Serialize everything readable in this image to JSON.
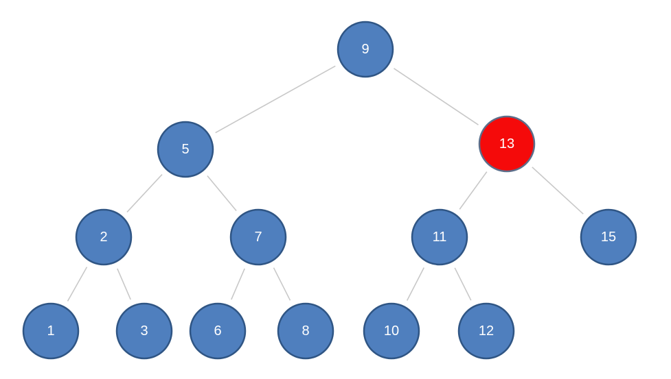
{
  "colors": {
    "node_fill": "#4f7fbe",
    "node_stroke": "#2f5584",
    "highlight_fill": "#f50a0a",
    "highlight_stroke": "#5c6e8a",
    "edge": "#c8c8c8",
    "label": "#ffffff"
  },
  "tree": {
    "nodes": [
      {
        "id": "9",
        "label": "9",
        "highlighted": false
      },
      {
        "id": "5",
        "label": "5",
        "highlighted": false
      },
      {
        "id": "13",
        "label": "13",
        "highlighted": true
      },
      {
        "id": "2",
        "label": "2",
        "highlighted": false
      },
      {
        "id": "7",
        "label": "7",
        "highlighted": false
      },
      {
        "id": "11",
        "label": "11",
        "highlighted": false
      },
      {
        "id": "15",
        "label": "15",
        "highlighted": false
      },
      {
        "id": "1",
        "label": "1",
        "highlighted": false
      },
      {
        "id": "3",
        "label": "3",
        "highlighted": false
      },
      {
        "id": "6",
        "label": "6",
        "highlighted": false
      },
      {
        "id": "8",
        "label": "8",
        "highlighted": false
      },
      {
        "id": "10",
        "label": "10",
        "highlighted": false
      },
      {
        "id": "12",
        "label": "12",
        "highlighted": false
      }
    ],
    "edges": [
      {
        "from": "9",
        "to": "5"
      },
      {
        "from": "9",
        "to": "13"
      },
      {
        "from": "5",
        "to": "2"
      },
      {
        "from": "5",
        "to": "7"
      },
      {
        "from": "13",
        "to": "11"
      },
      {
        "from": "13",
        "to": "15"
      },
      {
        "from": "2",
        "to": "1"
      },
      {
        "from": "2",
        "to": "3"
      },
      {
        "from": "7",
        "to": "6"
      },
      {
        "from": "7",
        "to": "8"
      },
      {
        "from": "11",
        "to": "10"
      },
      {
        "from": "11",
        "to": "12"
      }
    ]
  }
}
